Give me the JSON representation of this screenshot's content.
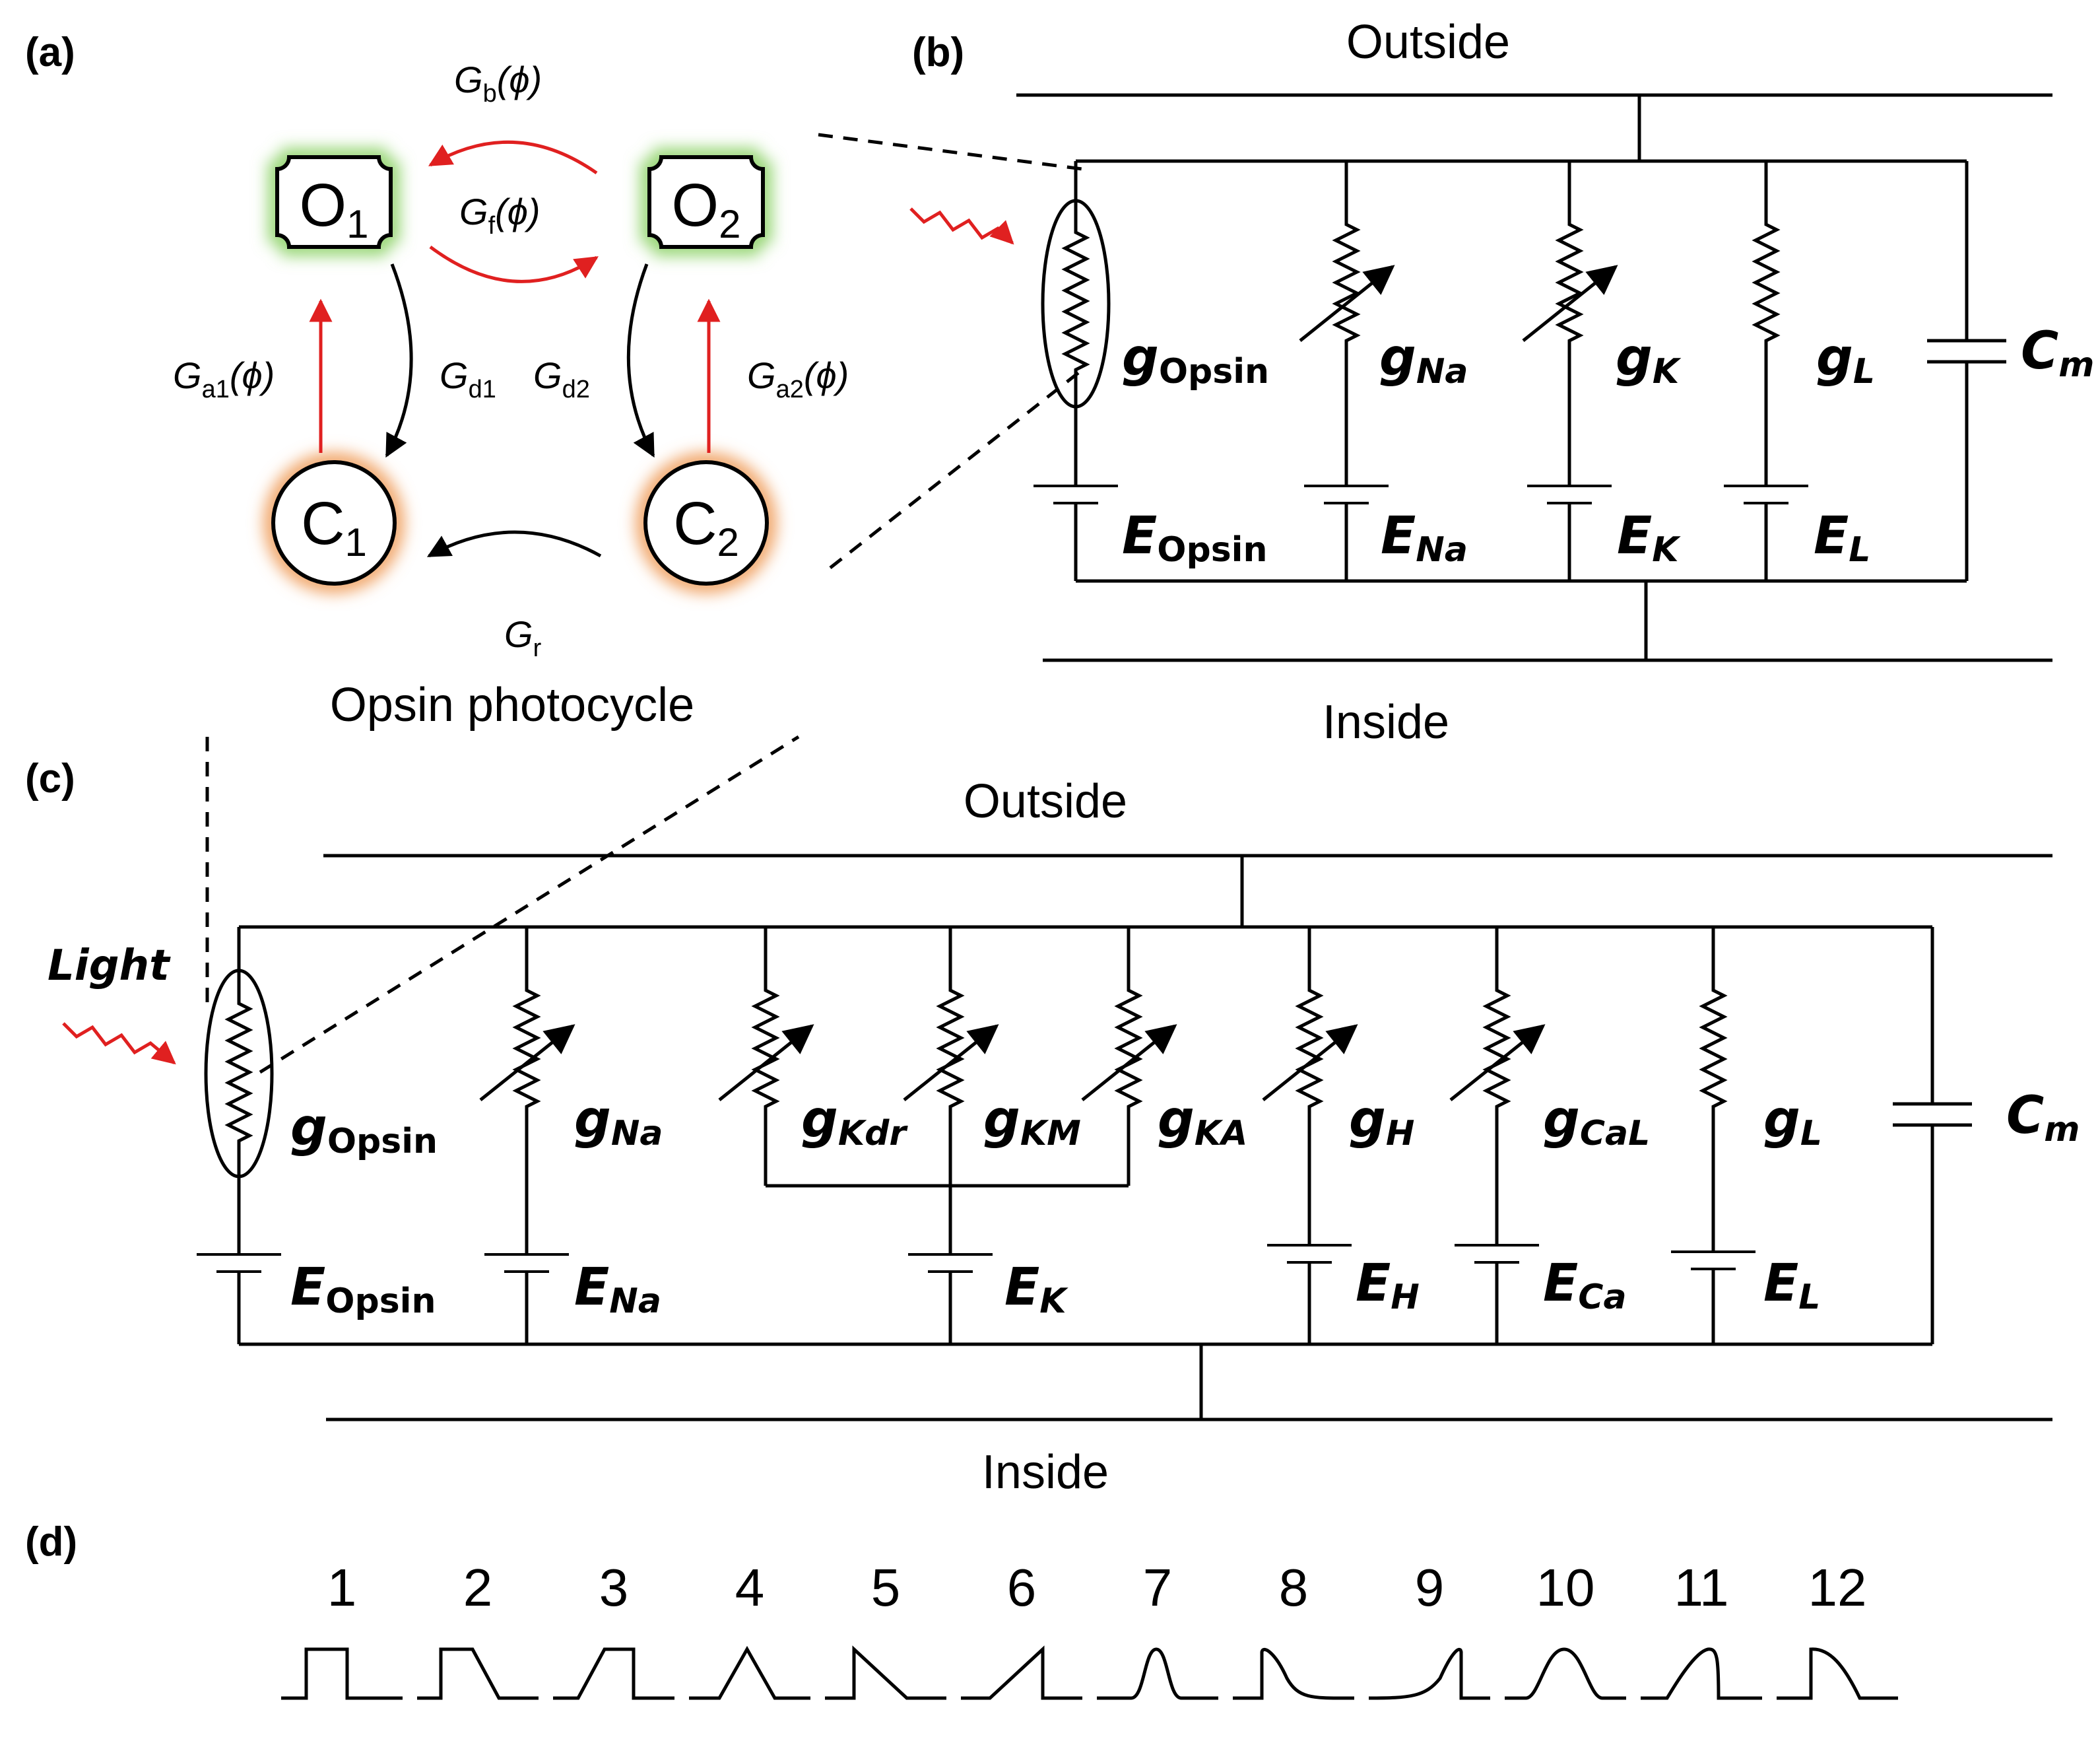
{
  "panels": {
    "a": {
      "label": "(a)",
      "states": [
        {
          "id": "O1",
          "base": "O",
          "sub": "1",
          "kind": "open"
        },
        {
          "id": "O2",
          "base": "O",
          "sub": "2",
          "kind": "open"
        },
        {
          "id": "C1",
          "base": "C",
          "sub": "1",
          "kind": "closed"
        },
        {
          "id": "C2",
          "base": "C",
          "sub": "2",
          "kind": "closed"
        }
      ],
      "rates": {
        "Gb": {
          "base": "G",
          "sub": "b",
          "arg": "(ϕ)"
        },
        "Gf": {
          "base": "G",
          "sub": "f",
          "arg": "(ϕ)"
        },
        "Ga1": {
          "base": "G",
          "sub": "a1",
          "arg": "(ϕ)"
        },
        "Ga2": {
          "base": "G",
          "sub": "a2",
          "arg": "(ϕ)"
        },
        "Gd1": {
          "base": "G",
          "sub": "d1",
          "arg": ""
        },
        "Gd2": {
          "base": "G",
          "sub": "d2",
          "arg": ""
        },
        "Gr": {
          "base": "G",
          "sub": "r",
          "arg": ""
        }
      },
      "caption": "Opsin photocycle"
    },
    "b": {
      "label": "(b)",
      "outside": "Outside",
      "inside": "Inside",
      "conductances": [
        {
          "base": "g",
          "sub": "Opsin"
        },
        {
          "base": "g",
          "sub": "Na"
        },
        {
          "base": "g",
          "sub": "K"
        },
        {
          "base": "g",
          "sub": "L"
        }
      ],
      "capacitor": {
        "base": "C",
        "sub": "m"
      },
      "reversals": [
        {
          "base": "E",
          "sub": "Opsin"
        },
        {
          "base": "E",
          "sub": "Na"
        },
        {
          "base": "E",
          "sub": "K"
        },
        {
          "base": "E",
          "sub": "L"
        }
      ]
    },
    "c": {
      "label": "(c)",
      "light_label": "Light",
      "outside": "Outside",
      "inside": "Inside",
      "conductances": [
        {
          "base": "g",
          "sub": "Opsin"
        },
        {
          "base": "g",
          "sub": "Na"
        },
        {
          "base": "g",
          "sub": "Kdr"
        },
        {
          "base": "g",
          "sub": "KM"
        },
        {
          "base": "g",
          "sub": "KA"
        },
        {
          "base": "g",
          "sub": "H"
        },
        {
          "base": "g",
          "sub": "CaL"
        },
        {
          "base": "g",
          "sub": "L"
        }
      ],
      "capacitor": {
        "base": "C",
        "sub": "m"
      },
      "reversals": [
        {
          "base": "E",
          "sub": "Opsin"
        },
        {
          "base": "E",
          "sub": "Na"
        },
        {
          "base": "E",
          "sub": "K"
        },
        {
          "base": "E",
          "sub": "H"
        },
        {
          "base": "E",
          "sub": "Ca"
        },
        {
          "base": "E",
          "sub": "L"
        }
      ]
    },
    "d": {
      "label": "(d)",
      "pulse_numbers": [
        "1",
        "2",
        "3",
        "4",
        "5",
        "6",
        "7",
        "8",
        "9",
        "10",
        "11",
        "12"
      ]
    }
  },
  "colors": {
    "arrow_red": "#e02020",
    "open_glow": "#8fd36a",
    "closed_glow": "#f0a060",
    "ink": "#000000"
  }
}
